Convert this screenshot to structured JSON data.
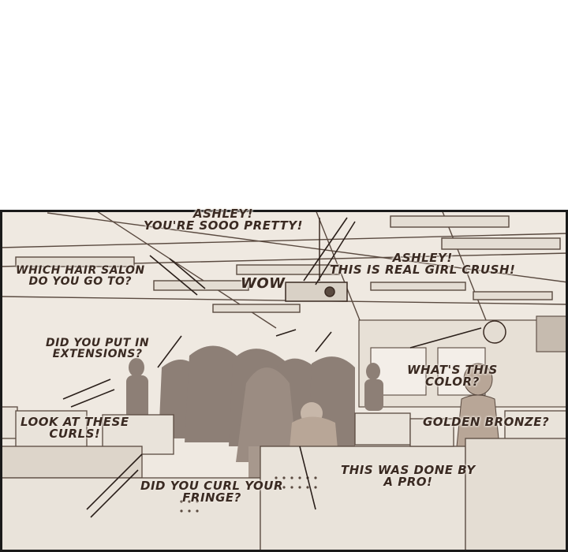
{
  "panel": {
    "background_color": "#efe9e1",
    "line_color": "#5a4a40",
    "crowd_color": "#8d7f76",
    "border_color": "#1a1a1a"
  },
  "captions": [
    {
      "id": "ashley-pretty",
      "lines": [
        "ASHLEY!",
        "YOU'RE SOOO PRETTY!"
      ]
    },
    {
      "id": "hair-salon",
      "lines": [
        "WHICH HAIR SALON",
        "DO YOU GO TO?"
      ]
    },
    {
      "id": "wow",
      "lines": [
        "WOW"
      ]
    },
    {
      "id": "girl-crush",
      "lines": [
        "ASHLEY!",
        "THIS IS REAL GIRL CRUSH!"
      ]
    },
    {
      "id": "extensions",
      "lines": [
        "DID YOU PUT IN",
        "EXTENSIONS?"
      ]
    },
    {
      "id": "color",
      "lines": [
        "WHAT'S THIS",
        "COLOR?"
      ]
    },
    {
      "id": "bronze",
      "lines": [
        "GOLDEN BRONZE?"
      ]
    },
    {
      "id": "curls",
      "lines": [
        "LOOK AT THESE",
        "CURLS!"
      ]
    },
    {
      "id": "fringe",
      "lines": [
        "DID YOU CURL YOUR",
        "FRINGE?"
      ]
    },
    {
      "id": "pro",
      "lines": [
        "THIS WAS DONE BY",
        "A PRO!"
      ]
    }
  ]
}
